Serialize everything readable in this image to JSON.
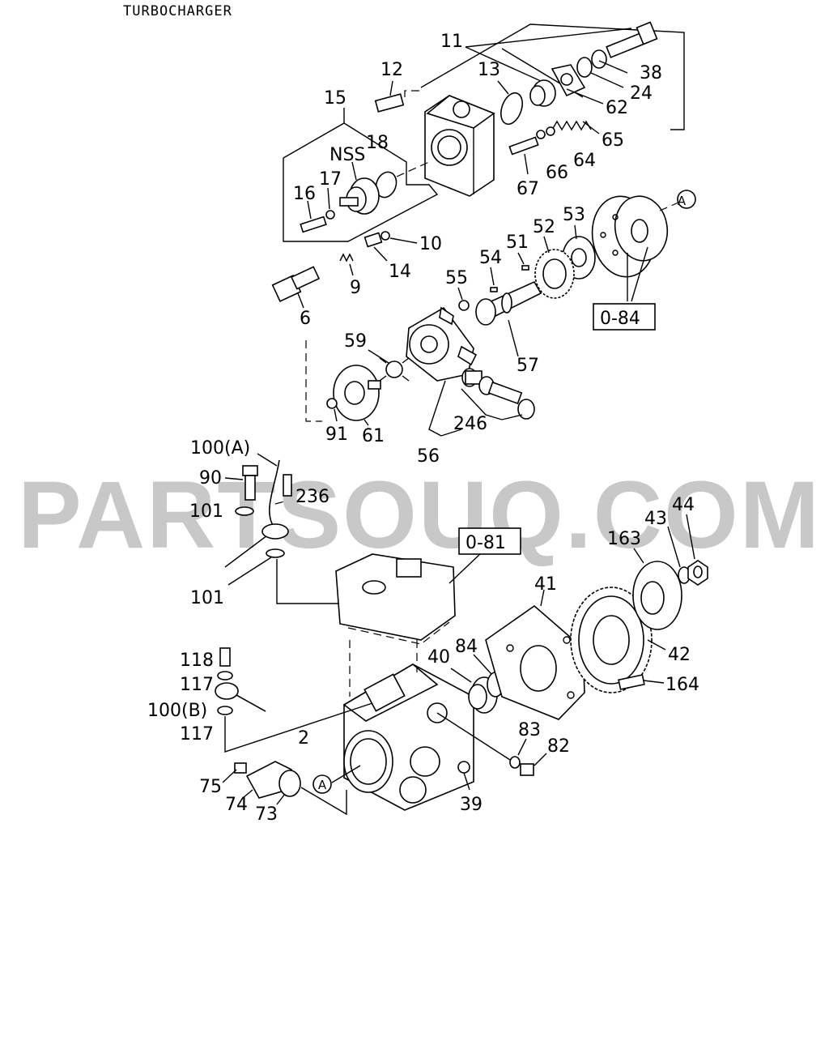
{
  "title": "TURBOCHARGER",
  "watermark": "PARTSOUQ.COM",
  "labels": {
    "p11": "11",
    "p12": "12",
    "p13": "13",
    "p15": "15",
    "p18": "18",
    "nss": "NSS",
    "p16": "16",
    "p17": "17",
    "p38": "38",
    "p24": "24",
    "p62": "62",
    "p65": "65",
    "p64": "64",
    "p66": "66",
    "p67": "67",
    "p10": "10",
    "p14": "14",
    "p9": "9",
    "p6": "6",
    "p55": "55",
    "p54": "54",
    "p51": "51",
    "p52": "52",
    "p53": "53",
    "circA1": "A",
    "ref084": "0-84",
    "p57": "57",
    "p59": "59",
    "p246": "246",
    "p91": "91",
    "p61": "61",
    "p56": "56",
    "p100a": "100(A)",
    "p90": "90",
    "p236": "236",
    "p101a": "101",
    "p101b": "101",
    "ref081": "0-81",
    "p163": "163",
    "p43": "43",
    "p44": "44",
    "p41": "41",
    "p40": "40",
    "p84": "84",
    "p42": "42",
    "p118": "118",
    "p117a": "117",
    "p100b": "100(B)",
    "p117b": "117",
    "p164": "164",
    "p2": "2",
    "p83": "83",
    "p82": "82",
    "p75": "75",
    "circA2": "A",
    "p74": "74",
    "p73": "73",
    "p39": "39"
  }
}
